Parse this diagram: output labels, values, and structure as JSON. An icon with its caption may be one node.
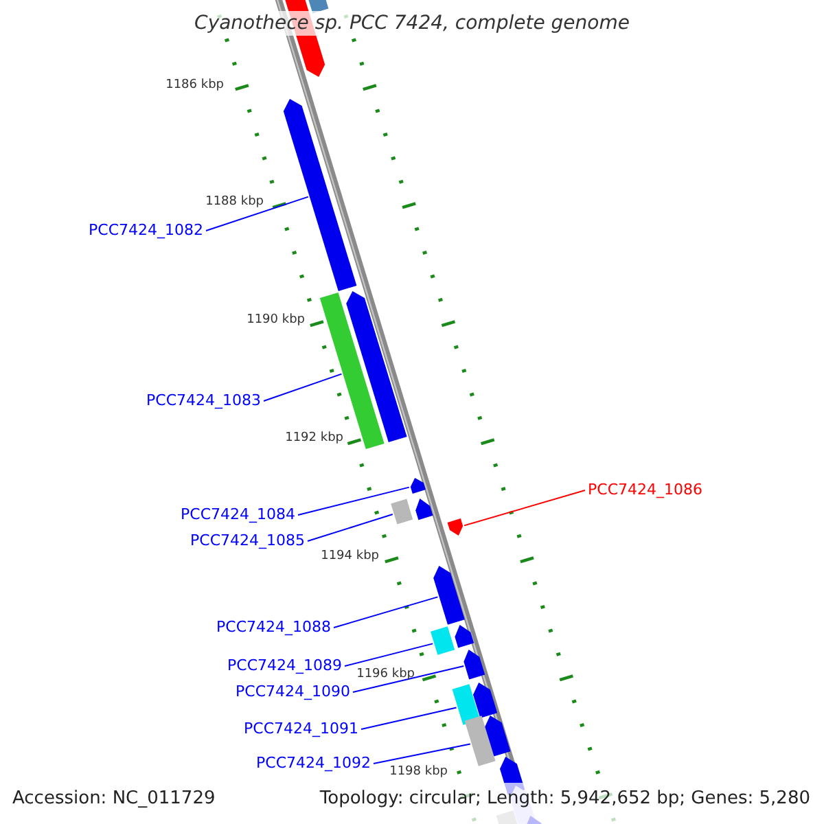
{
  "diagram": {
    "title": "Cyanothece sp. PCC 7424, complete genome",
    "nodes": [
      {
        "text": [
          "PCC7424_1082"
        ]
      },
      {
        "text": [
          "PCC7424_1083"
        ]
      },
      {
        "text": [
          "PCC7424_1084"
        ]
      },
      {
        "text": [
          "PCC7424_1085"
        ]
      },
      {
        "text": [
          "PCC7424_1086"
        ]
      },
      {
        "text": [
          "PCC7424_1088"
        ]
      },
      {
        "text": [
          "PCC7424_1089"
        ]
      },
      {
        "text": [
          "PCC7424_1090"
        ]
      },
      {
        "text": [
          "PCC7424_1091"
        ]
      },
      {
        "text": [
          "PCC7424_1092"
        ]
      },
      {
        "text": [],
        "shape": "arrow"
      },
      {
        "text": [],
        "shape": "box"
      },
      {
        "text": [],
        "shape": "arrow"
      },
      {
        "text": [],
        "shape": "arrow"
      },
      {
        "text": [],
        "shape": "box"
      },
      {
        "text": [],
        "shape": "arrow"
      },
      {
        "text": [],
        "shape": "arrow"
      },
      {
        "text": [],
        "shape": "box"
      },
      {
        "text": [],
        "shape": "arrow"
      },
      {
        "text": [],
        "shape": "arrow"
      },
      {
        "text": [],
        "shape": "arrow"
      },
      {
        "text": [],
        "shape": "box"
      },
      {
        "text": [],
        "shape": "arrow"
      },
      {
        "text": [],
        "shape": "arrow"
      },
      {
        "text": [],
        "shape": "box"
      },
      {
        "text": [],
        "shape": "arrow"
      },
      {
        "text": [],
        "shape": "box"
      },
      {
        "text": [],
        "shape": "arrow"
      },
      {
        "text": [],
        "shape": "arrow"
      },
      {
        "text": [],
        "shape": "box"
      },
      {
        "text": [],
        "shape": "arrow"
      }
    ],
    "edges": [
      {
        "from": 0,
        "to": 12,
        "arrow": "none"
      },
      {
        "from": 1,
        "to": 14,
        "arrow": "none"
      },
      {
        "from": 2,
        "to": 15,
        "arrow": "none"
      },
      {
        "from": 3,
        "to": 17,
        "arrow": "none"
      },
      {
        "from": 4,
        "to": 18,
        "arrow": "none",
        "color": "#ff0000"
      },
      {
        "from": 5,
        "to": 19,
        "arrow": "none"
      },
      {
        "from": 6,
        "to": 21,
        "arrow": "none"
      },
      {
        "from": 7,
        "to": 22,
        "arrow": "none"
      },
      {
        "from": 8,
        "to": 24,
        "arrow": "none"
      },
      {
        "from": 9,
        "to": 26,
        "arrow": "none"
      }
    ],
    "labels": [
      "1186 kbp",
      "1188 kbp",
      "1190 kbp",
      "1192 kbp",
      "1194 kbp",
      "1196 kbp",
      "1198 kbp",
      "Accession: NC_011729",
      "Topology: circular; Length: 5,942,652 bp; Genes: 5,280"
    ]
  }
}
